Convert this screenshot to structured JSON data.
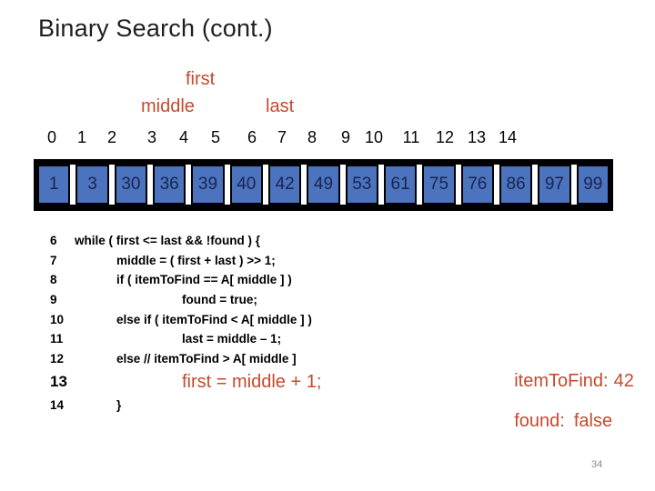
{
  "slide": {
    "title": "Binary Search (cont.)",
    "page_number": "34"
  },
  "pointers": {
    "first": "first",
    "middle": "middle",
    "last": "last"
  },
  "array": {
    "indices": [
      "0",
      "1",
      "2",
      "3",
      "4",
      "5",
      "6",
      "7",
      "8",
      "9",
      "10",
      "11",
      "12",
      "13",
      "14"
    ],
    "values": [
      "1",
      "3",
      "30",
      "36",
      "39",
      "40",
      "42",
      "49",
      "53",
      "61",
      "75",
      "76",
      "86",
      "97",
      "99"
    ]
  },
  "code": {
    "lines": [
      {
        "num": "6",
        "text": "while ( first <= last && !found ) {",
        "indent": 0,
        "highlight": false
      },
      {
        "num": "7",
        "text": "middle = ( first + last ) >> 1;",
        "indent": 1,
        "highlight": false
      },
      {
        "num": "8",
        "text": "if ( itemToFind == A[ middle ] )",
        "indent": 1,
        "highlight": false
      },
      {
        "num": "9",
        "text": "found = true;",
        "indent": 2,
        "highlight": false
      },
      {
        "num": "10",
        "text": "else if ( itemToFind < A[ middle ] )",
        "indent": 1,
        "highlight": false
      },
      {
        "num": "11",
        "text": "last = middle – 1;",
        "indent": 2,
        "highlight": false
      },
      {
        "num": "12",
        "text": "else // itemToFind > A[ middle ]",
        "indent": 1,
        "highlight": false
      },
      {
        "num": "13",
        "text": "first = middle + 1;",
        "indent": 2,
        "highlight": true
      },
      {
        "num": "14",
        "text": "}",
        "indent": 1,
        "highlight": false
      }
    ]
  },
  "status": {
    "item_to_find_label": "itemToFind:",
    "item_to_find_value": "42",
    "found_label": "found:",
    "found_value": "false"
  },
  "colors": {
    "accent_orange": "#C54A2C",
    "cell_blue": "#4B73BE",
    "cell_text_navy": "#1A2550"
  }
}
